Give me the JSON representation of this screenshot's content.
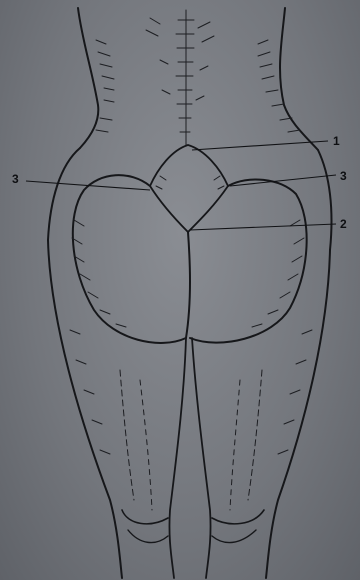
{
  "figure": {
    "callouts": {
      "one": "1",
      "two": "2",
      "three_left": "3",
      "three_right": "3"
    }
  }
}
